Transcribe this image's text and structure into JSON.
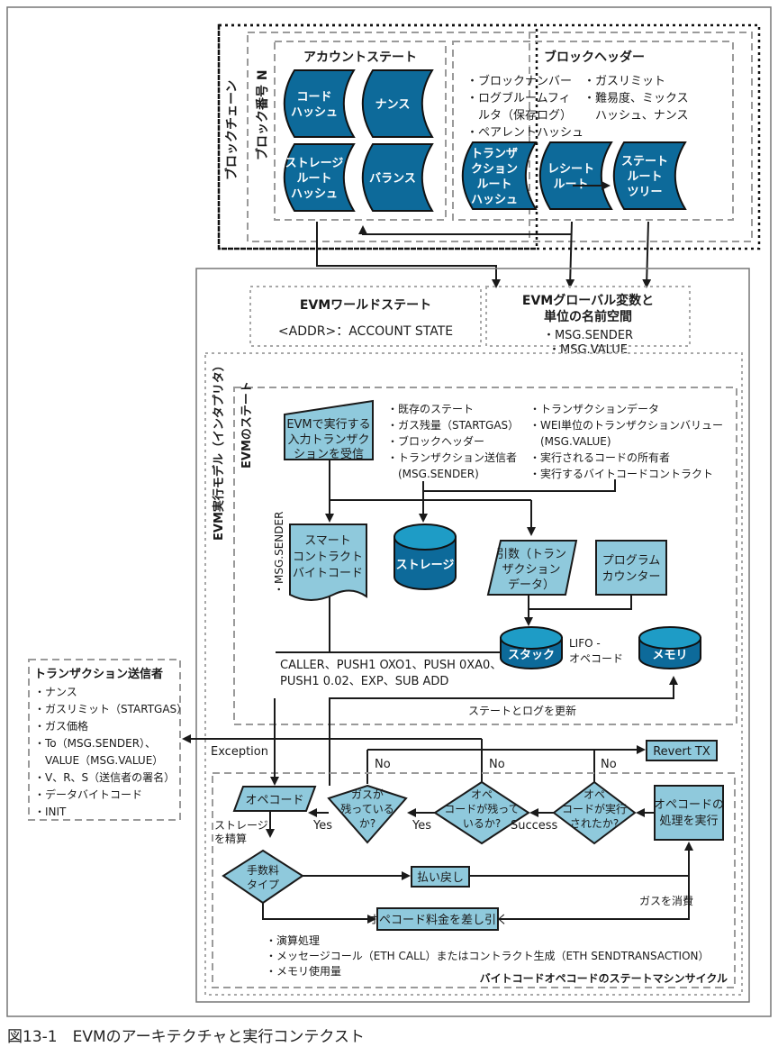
{
  "blockchain": {
    "label": "ブロックチェーン",
    "block_label": "ブロック番号 N",
    "account_state": {
      "title": "アカウントステート",
      "cells": [
        [
          "コード",
          "ハッシュ"
        ],
        [
          "ナンス"
        ],
        [
          "ストレージ",
          "ルート",
          "ハッシュ"
        ],
        [
          "バランス"
        ]
      ]
    },
    "block_header": {
      "title": "ブロックヘッダー",
      "left_items": [
        "・ブロックナンバー",
        "・ログブルームフィ",
        "　ルタ（保存ログ）",
        "・ペアレントハッシュ"
      ],
      "right_items": [
        "・ガスリミット",
        "・難易度、ミックス",
        "　ハッシュ、ナンス"
      ],
      "cells": [
        [
          "トランザ",
          "クション",
          "ルート",
          "ハッシュ"
        ],
        [
          "レシート",
          "ルート"
        ],
        [
          "ステート",
          "ルート",
          "ツリー"
        ]
      ]
    }
  },
  "world_state": {
    "title": "EVMワールドステート",
    "body": "<ADDR>：ACCOUNT STATE"
  },
  "globals": {
    "title_line1": "EVMグローバル変数と",
    "title_line2": "単位の名前空間",
    "items": [
      "・MSG.SENDER",
      "・MSG.VALUE"
    ]
  },
  "execution_model": {
    "label": "EVM実行モデル（インタプリタ）",
    "evm_state_label": "EVMのステート",
    "input_tx": [
      "EVMで実行する",
      "入力トランザク",
      "ションを受信"
    ],
    "state_list_left": [
      "・既存のステート",
      "・ガス残量（STARTGAS）",
      "・ブロックヘッダー",
      "・トランザクション送信者",
      "　(MSG.SENDER)"
    ],
    "state_list_right": [
      "・トランザクションデータ",
      "・WEI単位のトランザクションバリュー",
      "　(MSG.VALUE)",
      "・実行されるコードの所有者",
      "・実行するバイトコードコントラクト"
    ],
    "msg_sender_vertical": "・MSG.SENDER",
    "smart_contract": [
      "スマート",
      "コントラクト",
      "バイトコード"
    ],
    "storage": "ストレージ",
    "args": [
      "引数（トラン",
      "ザクション",
      "データ）"
    ],
    "program_counter": [
      "プログラム",
      "カウンター"
    ],
    "stack": "スタック",
    "lifo": [
      "LIFO -",
      "オペコード"
    ],
    "memory": "メモリ",
    "opcodes": [
      "CALLER、PUSH1 OXO1、PUSH 0XA0、",
      "PUSH1 0.02、EXP、SUB ADD"
    ],
    "update_state_log": "ステートとログを更新"
  },
  "sender": {
    "title": "トランザクション送信者",
    "items": [
      "・ナンス",
      "・ガスリミット（STARTGAS）",
      "・ガス価格",
      "・To（MSG.SENDER）、",
      "　VALUE（MSG.VALUE）",
      "・V、R、S（送信者の署名）",
      "・データバイトコード",
      "・INIT"
    ]
  },
  "cycle": {
    "exception": "Exception",
    "revert": "Revert TX",
    "opcode": "オペコード",
    "gas_left": [
      "ガスが",
      "残っている",
      "か?"
    ],
    "opcode_left": [
      "オペ",
      "コードが残って",
      "いるか?"
    ],
    "opcode_executed": [
      "オペ",
      "コードが実行",
      "されたか?"
    ],
    "execute_opcode": [
      "オペコードの",
      "処理を実行"
    ],
    "no": "No",
    "yes": "Yes",
    "success": "Success",
    "settle_storage": [
      "ストレージ",
      "を精算"
    ],
    "fee_type": [
      "手数料",
      "タイプ"
    ],
    "refund": "払い戻し",
    "deduct_fee": "オペコード料金を差し引く",
    "consume_gas": "ガスを消費",
    "fee_items": [
      "・演算処理",
      "・メッセージコール（ETH CALL）またはコントラクト生成（ETH SENDTRANSACTION）",
      "・メモリ使用量"
    ],
    "cycle_title": "バイトコードオペコードのステートマシンサイクル"
  },
  "caption": "図13-1　EVMのアーキテクチャと実行コンテクスト",
  "colors": {
    "dark_blue": "#0d6a9a",
    "light_blue": "#8fc9dc",
    "top_blue": "#1e9cc6"
  }
}
